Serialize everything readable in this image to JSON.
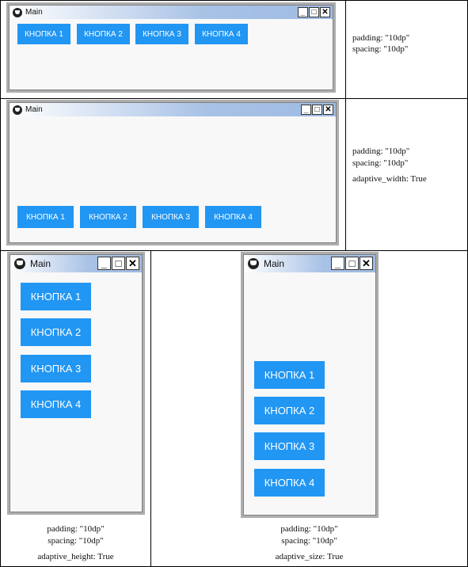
{
  "window_title": "Main",
  "window_controls": {
    "minimize": "_",
    "maximize": "□",
    "close": "✕"
  },
  "buttons": [
    "КНОПКА 1",
    "КНОПКА 2",
    "КНОПКА 3",
    "КНОПКА 4"
  ],
  "colors": {
    "button_bg": "#2196f3",
    "button_text": "#ffffff",
    "window_frame": "#adadad",
    "window_bg": "#f8f8f8"
  },
  "panels": [
    {
      "padding": "padding: \"10dp\"",
      "spacing": "spacing: \"10dp\"",
      "extra": ""
    },
    {
      "padding": "padding: \"10dp\"",
      "spacing": "spacing: \"10dp\"",
      "extra": "adaptive_width: True"
    },
    {
      "padding": "padding: \"10dp\"",
      "spacing": "spacing: \"10dp\"",
      "extra": "adaptive_height: True"
    },
    {
      "padding": "padding: \"10dp\"",
      "spacing": "spacing: \"10dp\"",
      "extra": "adaptive_size: True"
    }
  ]
}
